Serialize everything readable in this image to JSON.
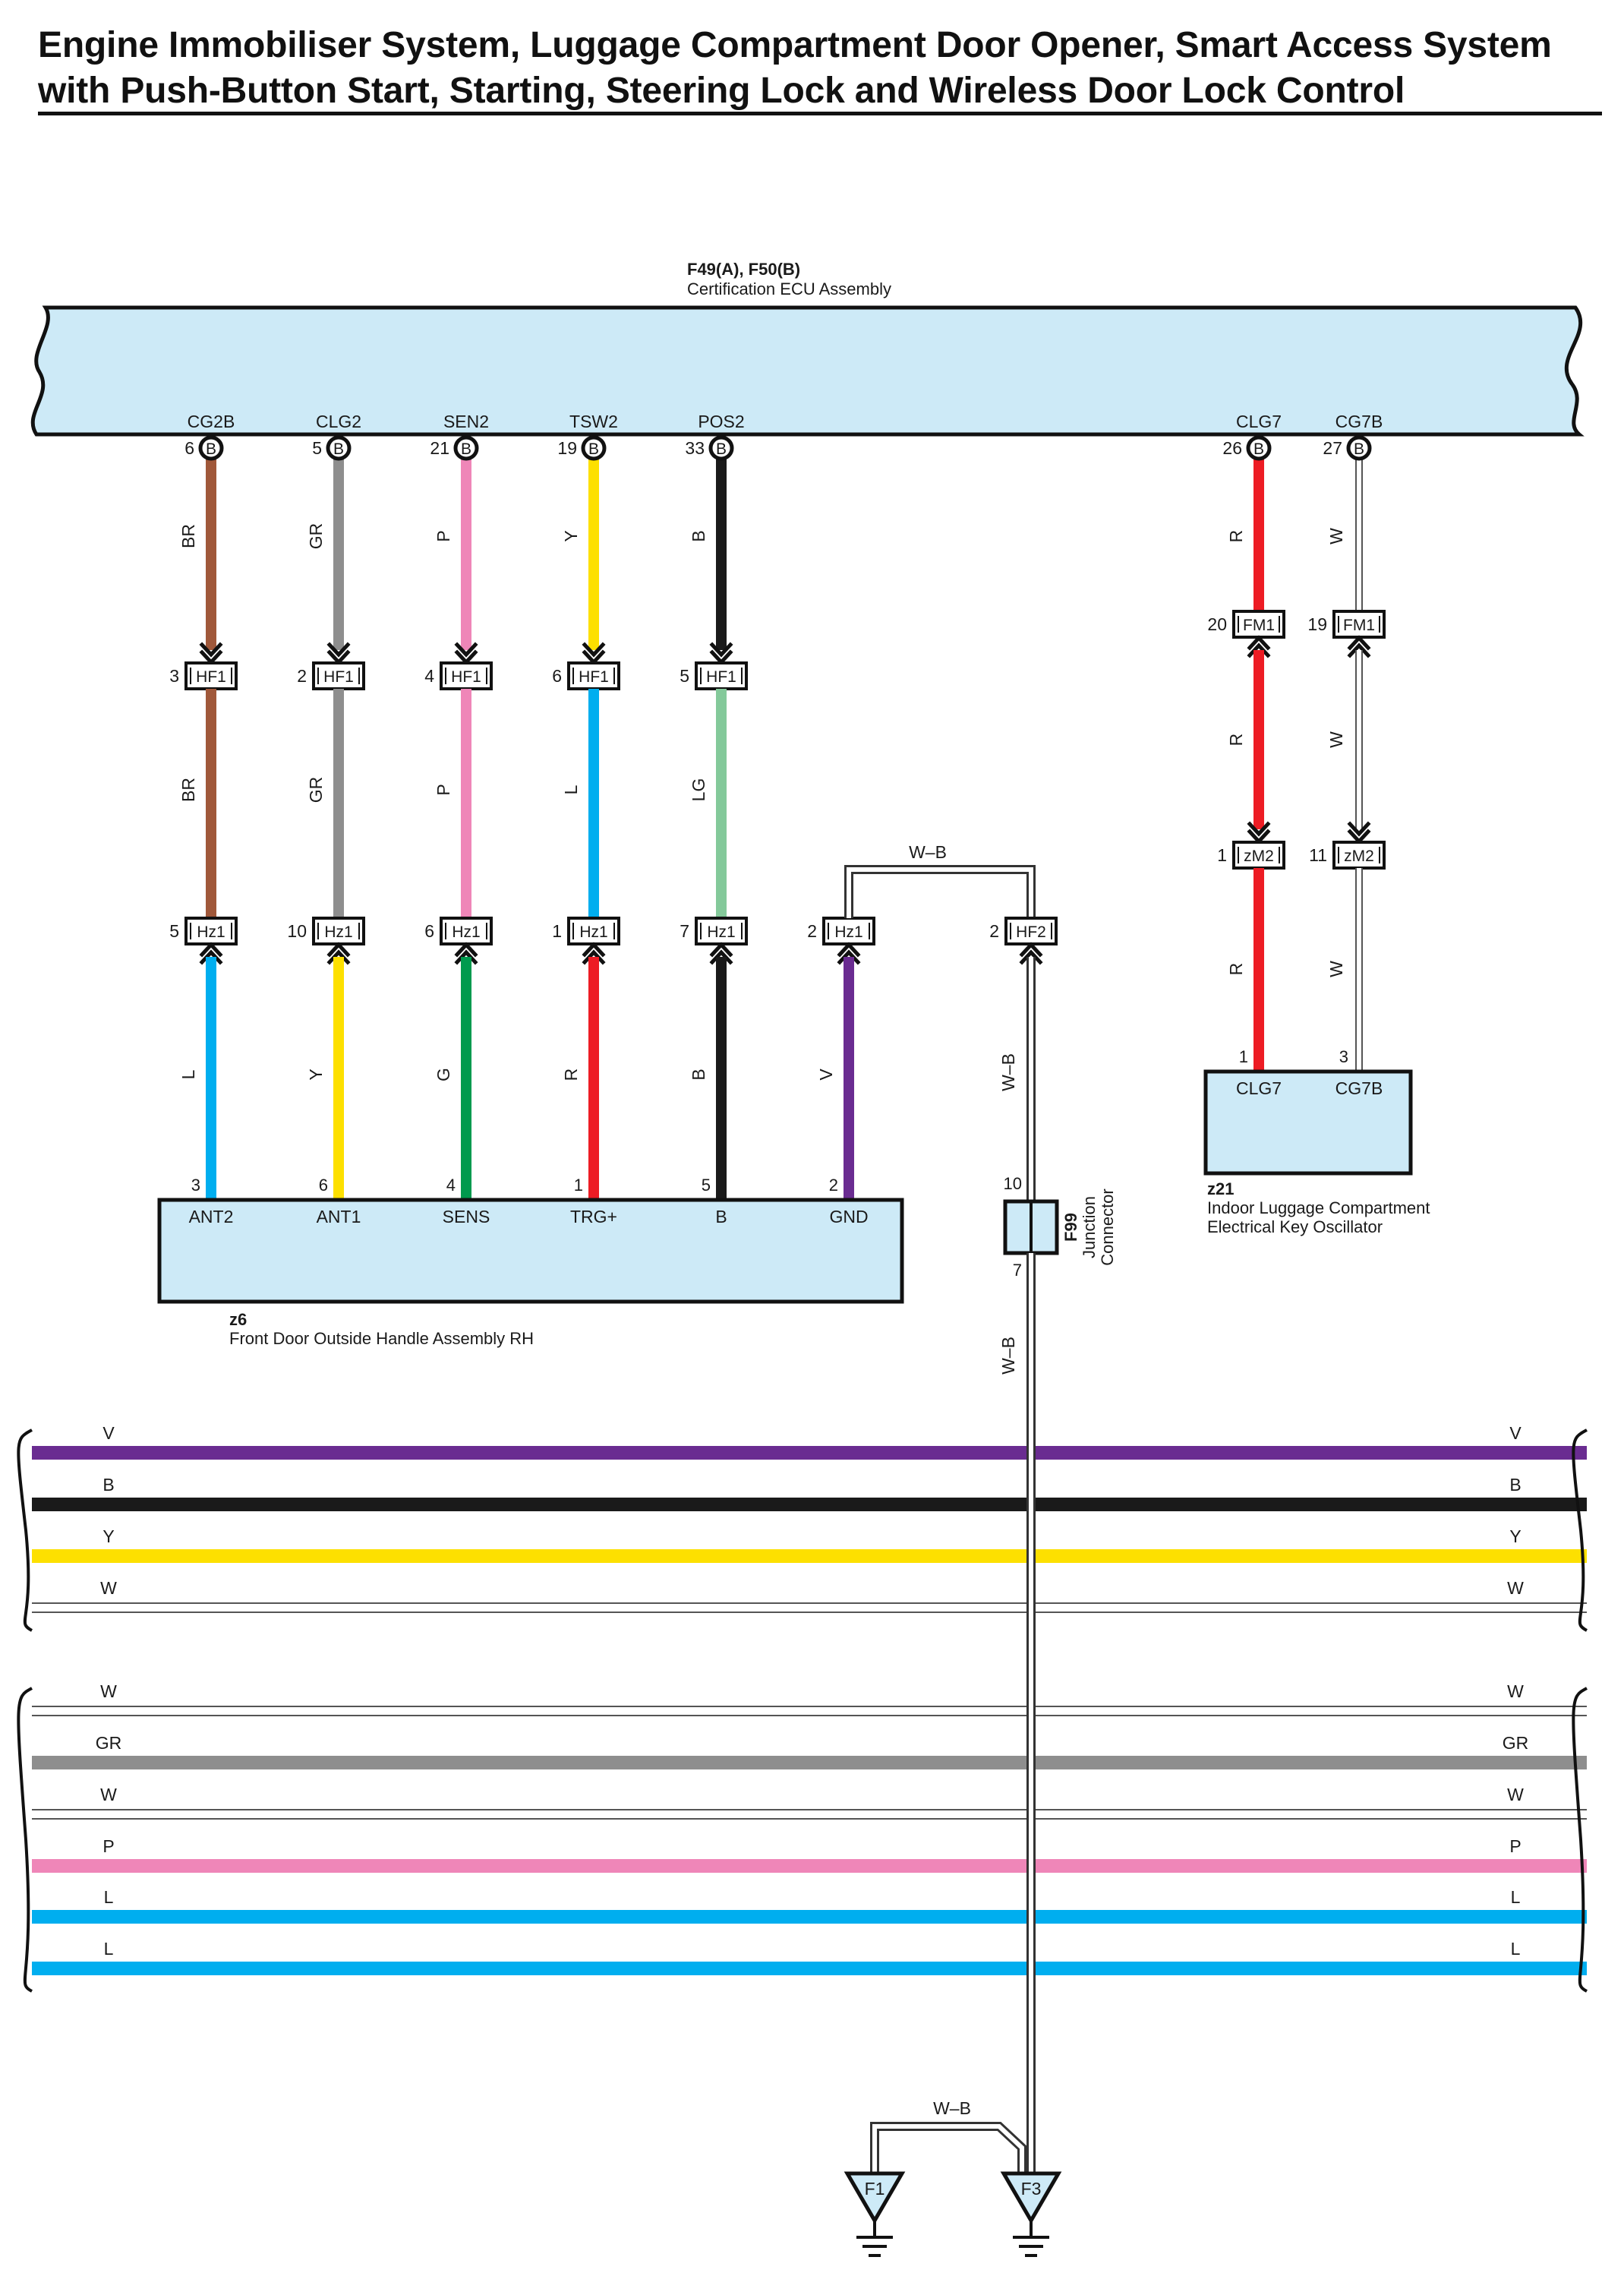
{
  "title": {
    "line1": "Engine Immobiliser System, Luggage Compartment Door Opener, Smart Access System",
    "line2": "with Push-Button Start, Starting, Steering Lock and Wireless Door Lock Control"
  },
  "colors": {
    "BR": "#a0583a",
    "GR": "#8e8e8e",
    "P": "#ef86b8",
    "Y": "#fde000",
    "B": "#1a1a1a",
    "L": "#00aeef",
    "LG": "#84c99a",
    "G": "#009a4e",
    "R": "#ed1c24",
    "V": "#6a2c91",
    "W": "#ffffff",
    "component_fill": "#cdeaf7"
  },
  "ecu": {
    "connectors": "F49(A), F50(B)",
    "name": "Certification ECU Assembly",
    "pins": [
      {
        "label": "CG2B",
        "num": "6",
        "conn": "B"
      },
      {
        "label": "CLG2",
        "num": "5",
        "conn": "B"
      },
      {
        "label": "SEN2",
        "num": "21",
        "conn": "B"
      },
      {
        "label": "TSW2",
        "num": "19",
        "conn": "B"
      },
      {
        "label": "POS2",
        "num": "33",
        "conn": "B"
      },
      {
        "label": "CLG7",
        "num": "26",
        "conn": "B"
      },
      {
        "label": "CG7B",
        "num": "27",
        "conn": "B"
      }
    ]
  },
  "left_circuits": [
    {
      "ecu_wire": "BR",
      "hf1": "3",
      "mid_wire": "BR",
      "hz1": "5",
      "low_wire": "L",
      "pin": "3",
      "term": "ANT2"
    },
    {
      "ecu_wire": "GR",
      "hf1": "2",
      "mid_wire": "GR",
      "hz1": "10",
      "low_wire": "Y",
      "pin": "6",
      "term": "ANT1"
    },
    {
      "ecu_wire": "P",
      "hf1": "4",
      "mid_wire": "P",
      "hz1": "6",
      "low_wire": "G",
      "pin": "4",
      "term": "SENS"
    },
    {
      "ecu_wire": "Y",
      "hf1": "6",
      "mid_wire": "L",
      "hz1": "1",
      "low_wire": "R",
      "pin": "1",
      "term": "TRG+"
    },
    {
      "ecu_wire": "B",
      "hf1": "5",
      "mid_wire": "LG",
      "hz1": "7",
      "low_wire": "B",
      "pin": "5",
      "term": "B"
    },
    {
      "hz1": "2",
      "low_wire": "V",
      "pin": "2",
      "term": "GND"
    }
  ],
  "connector_names": {
    "hf1": "HF1",
    "hz1": "Hz1",
    "hf2": "HF2",
    "fm1": "FM1",
    "zm2": "zM2"
  },
  "ground_path": {
    "bridge_wire": "W–B",
    "hf2_pin": "2",
    "wire_above_jc": "W–B",
    "jc_pin_top": "10",
    "jc_pin_bottom": "7",
    "jc_id": "F99",
    "jc_name_1": "Junction",
    "jc_name_2": "Connector",
    "wire_below_jc": "W–B",
    "ground_link_wire": "W–B",
    "grounds": [
      "F1",
      "F3"
    ]
  },
  "right_circuits": [
    {
      "ecu_wire": "R",
      "fm1": "20",
      "mid_wire": "R",
      "zm2": "1",
      "low_wire": "R",
      "pin": "1",
      "term": "CLG7"
    },
    {
      "ecu_wire": "W",
      "fm1": "19",
      "mid_wire": "W",
      "zm2": "11",
      "low_wire": "W",
      "pin": "3",
      "term": "CG7B"
    }
  ],
  "z6": {
    "id": "z6",
    "name": "Front Door Outside Handle Assembly RH"
  },
  "z21": {
    "id": "z21",
    "name_1": "Indoor Luggage Compartment",
    "name_2": "Electrical Key Oscillator"
  },
  "bus_group_1": [
    "V",
    "B",
    "Y",
    "W"
  ],
  "bus_group_2": [
    "W",
    "GR",
    "W",
    "P",
    "L",
    "L"
  ]
}
